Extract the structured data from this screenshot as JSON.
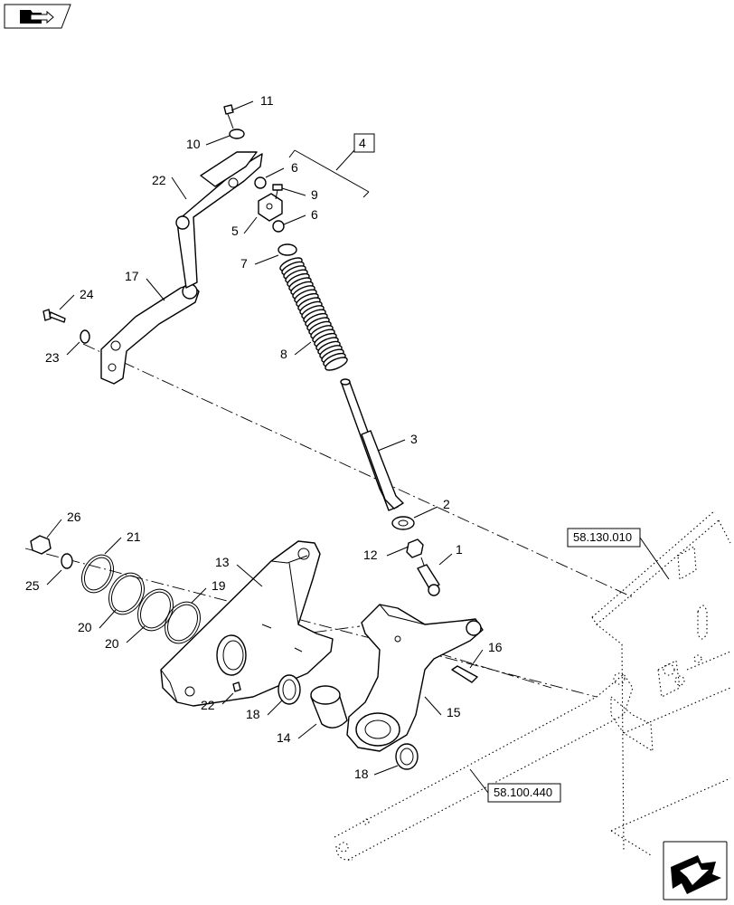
{
  "callouts": [
    "1",
    "2",
    "3",
    "4",
    "5",
    "6",
    "6",
    "7",
    "8",
    "9",
    "10",
    "11",
    "12",
    "13",
    "14",
    "15",
    "16",
    "17",
    "18",
    "18",
    "19",
    "20",
    "20",
    "21",
    "22",
    "22",
    "23",
    "24",
    "25",
    "26"
  ],
  "references": {
    "frame_top": "58.130.010",
    "frame_bottom": "58.100.440"
  },
  "group_box": "4"
}
